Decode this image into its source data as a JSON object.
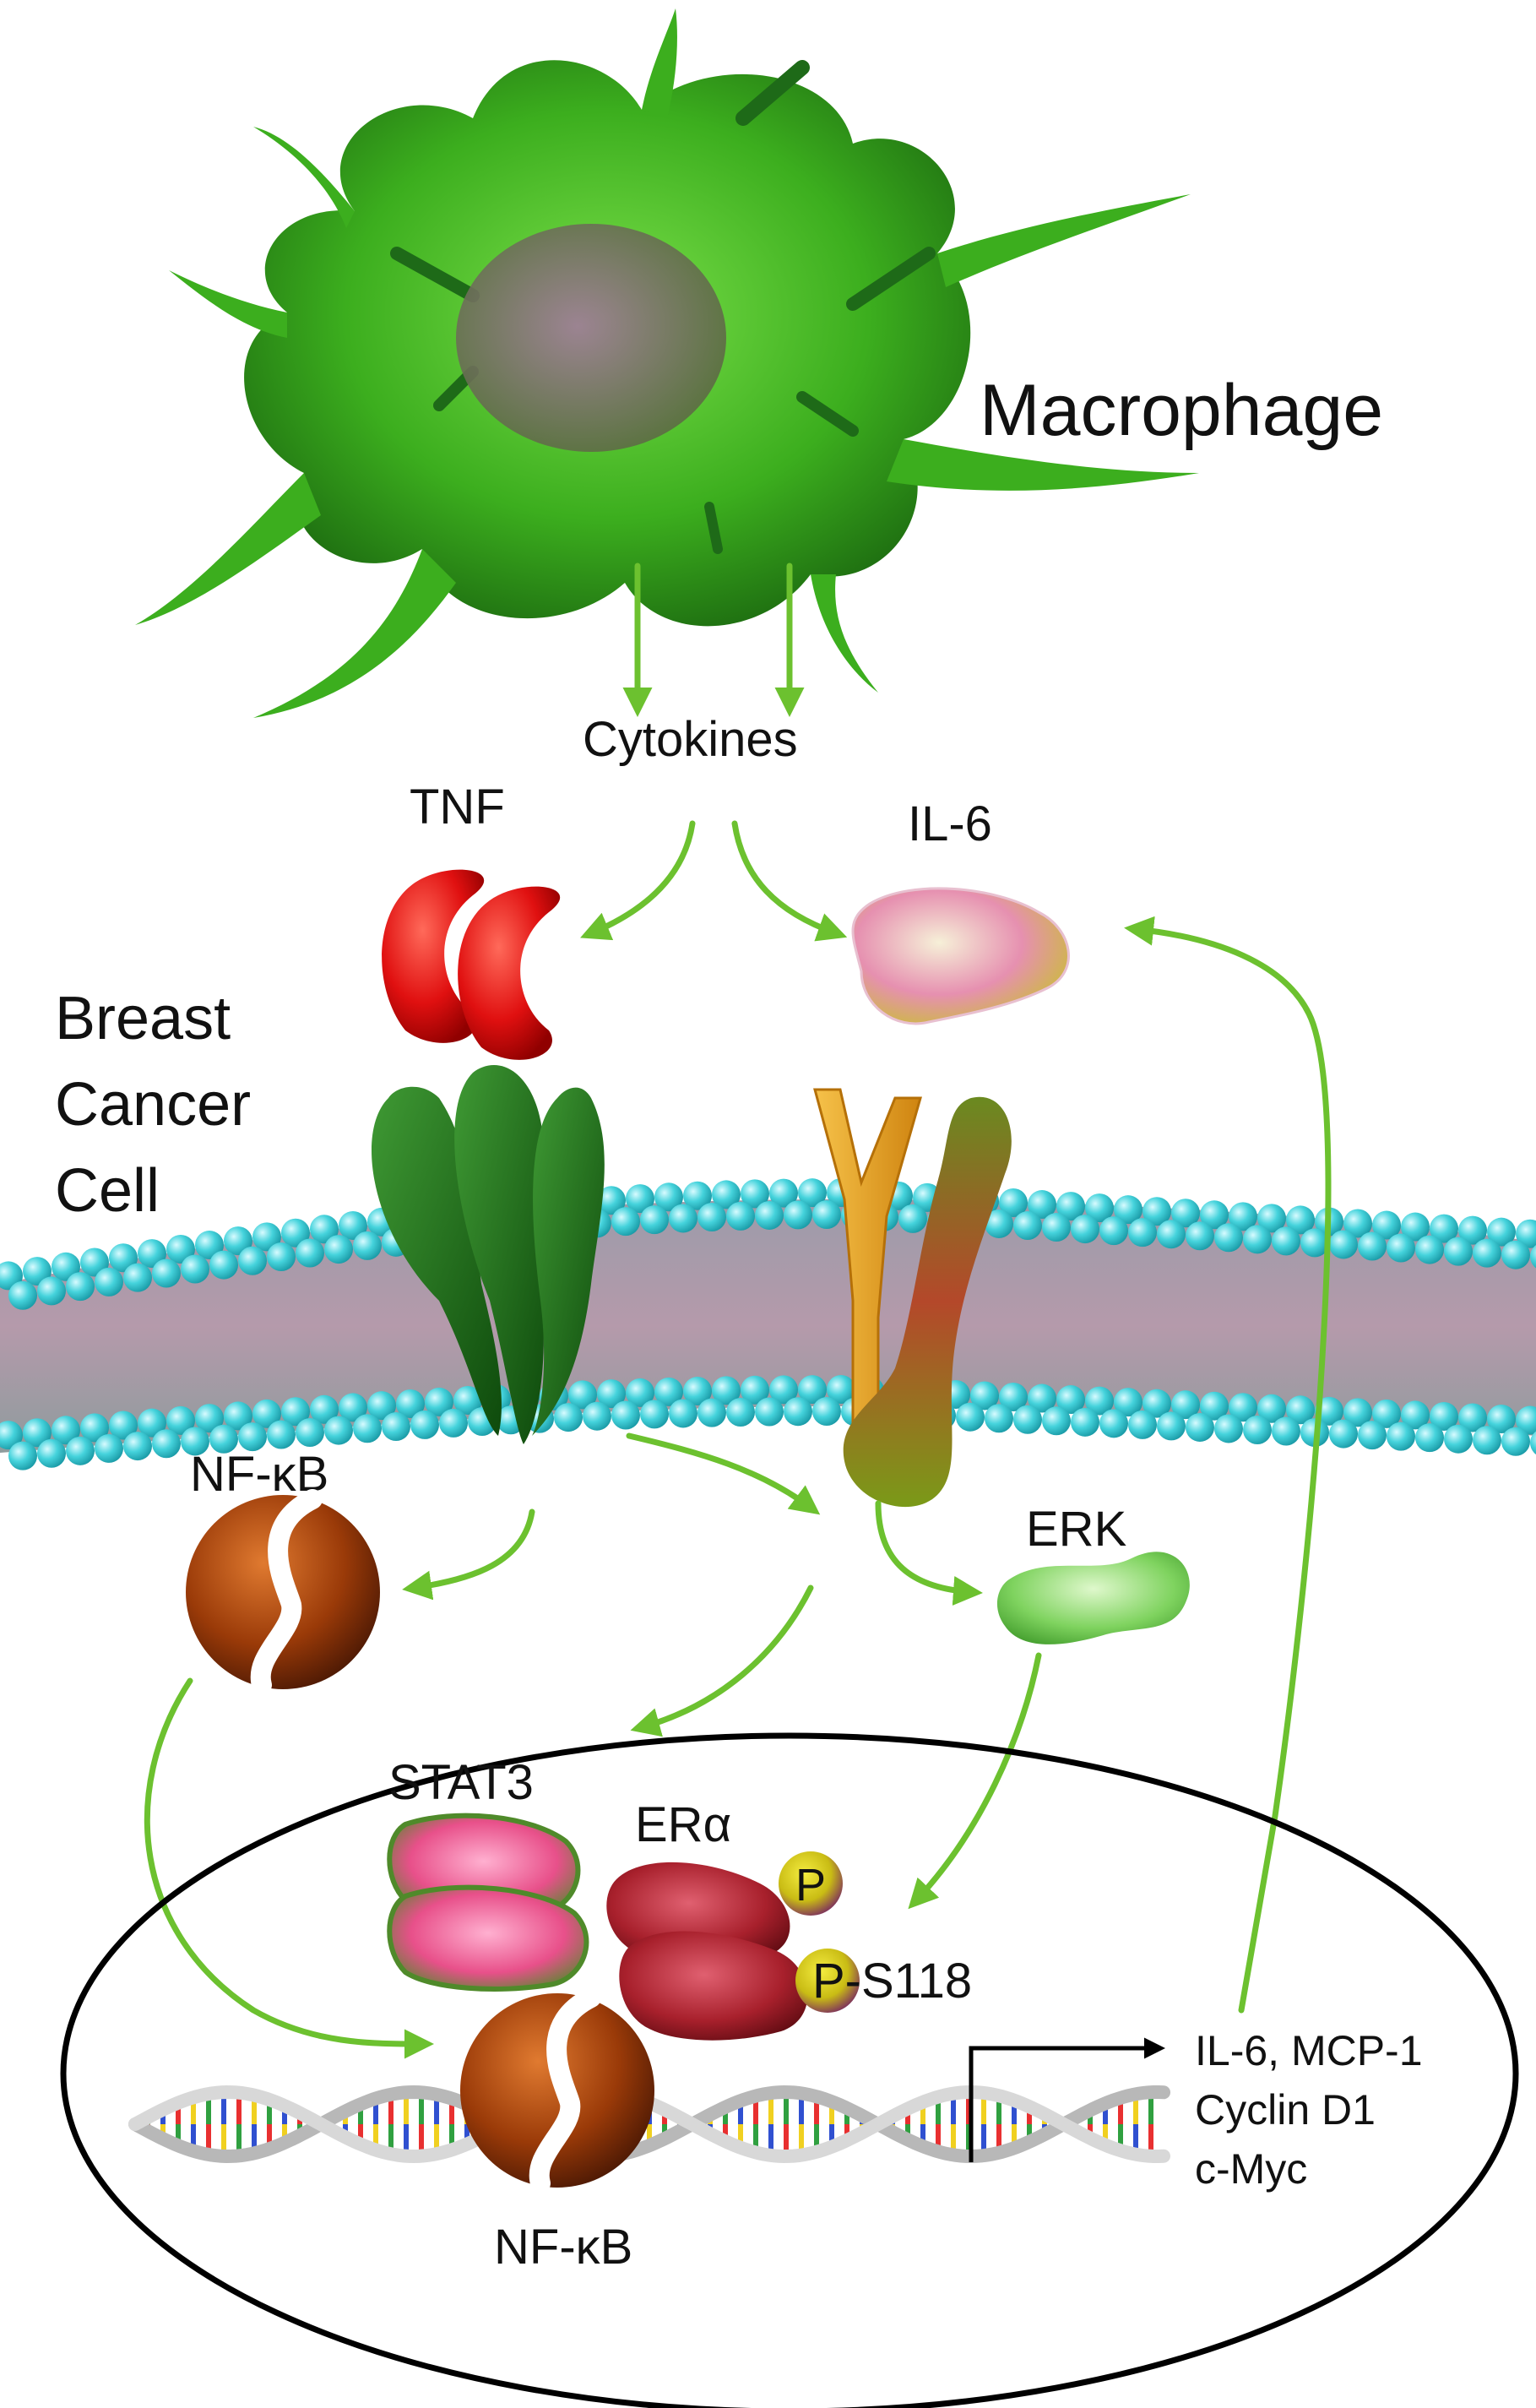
{
  "labels": {
    "macrophage": "Macrophage",
    "cytokines": "Cytokines",
    "tnf": "TNF",
    "il6": "IL-6",
    "cell_line1": "Breast",
    "cell_line2": "Cancer",
    "cell_line3": "Cell",
    "nfkb_cytoplasm": "NF-κB",
    "erk": "ERK",
    "stat3": "STAT3",
    "er_alpha": "ERα",
    "phospho": "P",
    "phospho_site": "P-S118",
    "nfkb_nucleus": "NF-κB",
    "target_gene1": "IL-6, MCP-1",
    "target_gene2": "Cyclin D1",
    "target_gene3": "c-Myc"
  },
  "colors": {
    "arrow": "#6cc12f",
    "macrophage": "#3cae1e",
    "membrane_head": "#39d0d8",
    "tnf": "#e01010",
    "tnf_receptor": "#1f6a1a",
    "il6_receptor": "#e6a21e",
    "erk": "#7fd35f",
    "stat3": "#e8508a",
    "er_alpha": "#a8202c",
    "nfkb": "#9a3a08",
    "phospho": "#c9bc14"
  },
  "icons": [
    "macrophage-cell",
    "tnf-ligand",
    "il6-ligand",
    "tnf-receptor",
    "il6-receptor",
    "lipid-bilayer",
    "nfkb-protein",
    "erk-protein",
    "stat3-dimer",
    "er-alpha-dimer",
    "dna-helix",
    "transcription-arrow"
  ]
}
